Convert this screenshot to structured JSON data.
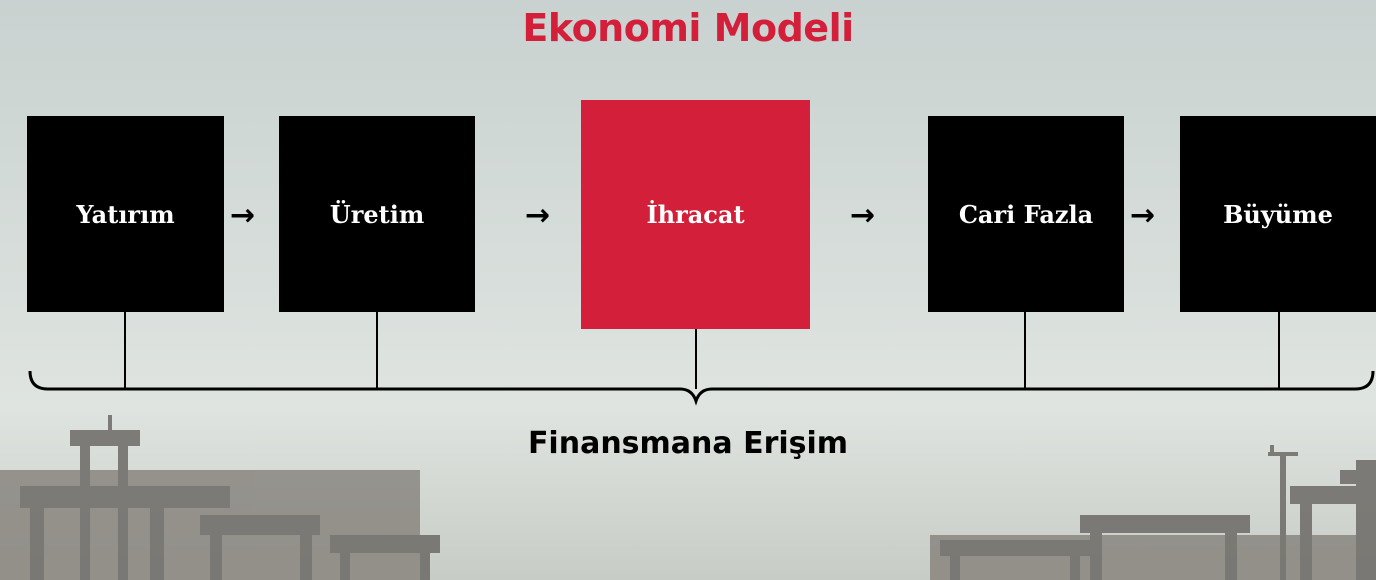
{
  "diagram": {
    "title": "Ekonomi Modeli",
    "steps": [
      {
        "label": "Yatırım"
      },
      {
        "label": "Üretim"
      },
      {
        "label": "İhracat",
        "highlighted": true
      },
      {
        "label": "Cari Fazla"
      },
      {
        "label": "Büyüme"
      }
    ],
    "arrow_glyph": "→",
    "bracket_label": "Finansmana Erişim"
  },
  "colors": {
    "accent": "#d31f3a",
    "box": "#000000",
    "box_text": "#ffffff"
  }
}
